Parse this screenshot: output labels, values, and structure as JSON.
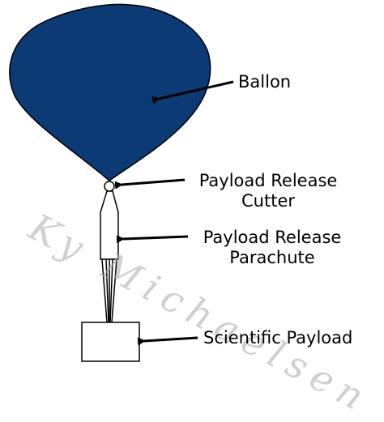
{
  "colors": {
    "balloon_fill": "#0b3a75",
    "outline": "#000000",
    "background": "#ffffff"
  },
  "labels": {
    "balloon": "Ballon",
    "cutter_line1": "Payload Release",
    "cutter_line2": "Cutter",
    "parachute_line1": "Payload Release",
    "parachute_line2": "Parachute",
    "payload": "Scientific Payload"
  },
  "watermark": "Ky Michaelsen"
}
